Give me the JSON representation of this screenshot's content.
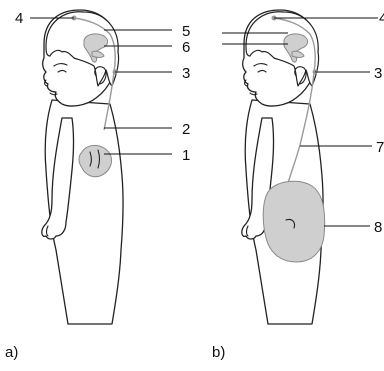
{
  "panels": [
    {
      "label": "a)"
    },
    {
      "label": "b)"
    }
  ],
  "callouts_a": [
    "4",
    "5",
    "6",
    "3",
    "2",
    "1"
  ],
  "callouts_b": [
    "4",
    "3",
    "7",
    "8"
  ],
  "colors": {
    "organ": "#cfcfcf",
    "nerve": "#9a9a9a",
    "outline": "#222222"
  }
}
